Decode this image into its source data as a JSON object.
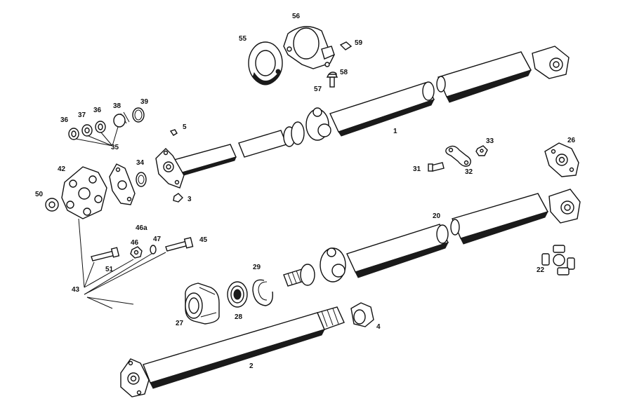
{
  "labels": {
    "l1": "1",
    "l2": "2",
    "l3": "3",
    "l4": "4",
    "l5": "5",
    "l20": "20",
    "l22": "22",
    "l26": "26",
    "l27": "27",
    "l28": "28",
    "l29": "29",
    "l31": "31",
    "l32": "32",
    "l33": "33",
    "l34": "34",
    "l35": "35",
    "l36a": "36",
    "l36b": "36",
    "l37": "37",
    "l38": "38",
    "l39": "39",
    "l42": "42",
    "l43": "43",
    "l45": "45",
    "l46": "46",
    "l46a": "46a",
    "l47": "47",
    "l50": "50",
    "l51": "51",
    "l55": "55",
    "l56": "56",
    "l57": "57",
    "l58": "58",
    "l59": "59"
  }
}
